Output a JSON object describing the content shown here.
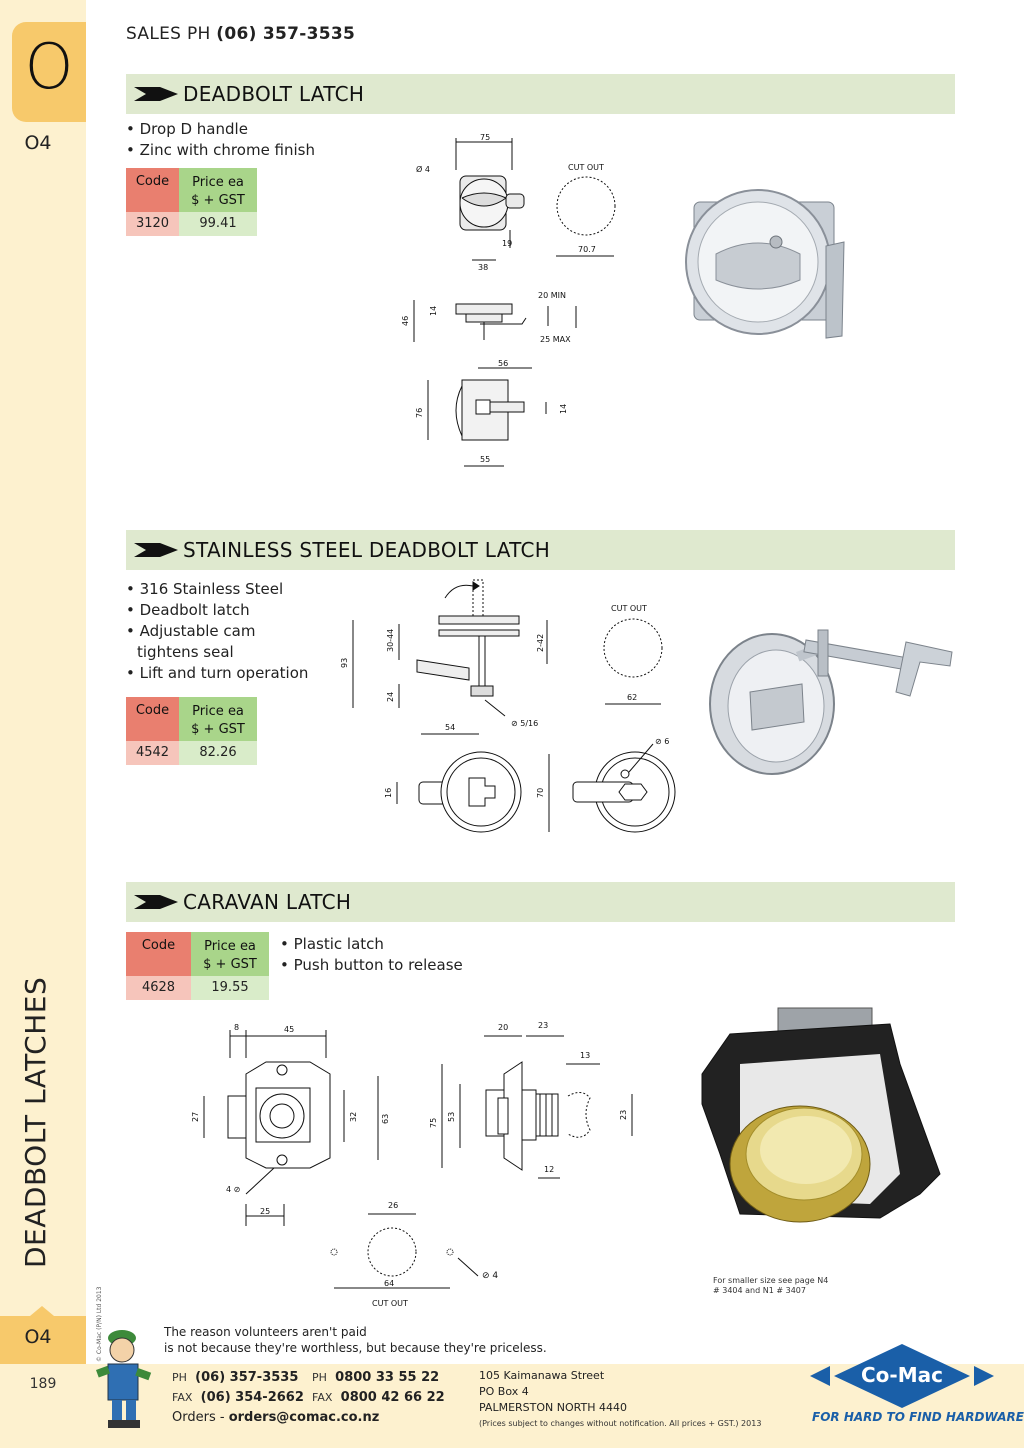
{
  "sidebar": {
    "letter": "O",
    "code_top": "O4",
    "vertical_title": "DEADBOLT LATCHES",
    "copyright": "© Co-Mac (P/N) Ltd 2013",
    "code_bottom": "O4",
    "page_number": "189"
  },
  "header": {
    "sales_label": "SALES  PH",
    "sales_phone": "(06) 357-3535"
  },
  "sections": [
    {
      "title": "DEADBOLT LATCH",
      "bullets": [
        "Drop D handle",
        "Zinc with chrome finish"
      ],
      "table": {
        "code_header": "Code",
        "price_header_1": "Price ea",
        "price_header_2": "$ + GST",
        "code": "3120",
        "price": "99.41"
      },
      "dims": {
        "d1": "75",
        "d2": "Ø 4",
        "d3": "CUT OUT",
        "d4": "19",
        "d5": "38",
        "d6": "70.7",
        "d7": "20 MIN",
        "d8": "46",
        "d9": "14",
        "d10": "25 MAX",
        "d11": "56",
        "d12": "76",
        "d13": "14",
        "d14": "55"
      }
    },
    {
      "title": "STAINLESS STEEL DEADBOLT LATCH",
      "bullets": [
        "316 Stainless Steel",
        "Deadbolt latch",
        "Adjustable cam",
        "  tightens seal",
        "Lift and turn operation"
      ],
      "table": {
        "code_header": "Code",
        "price_header_1": "Price ea",
        "price_header_2": "$ + GST",
        "code": "4542",
        "price": "82.26"
      },
      "dims": {
        "d1": "CUT OUT",
        "d2": "93",
        "d3": "30-44",
        "d4": "2-42",
        "d5": "24",
        "d6": "62",
        "d7": "54",
        "d8": "5/16",
        "d9": "6",
        "d10": "16",
        "d11": "70"
      }
    },
    {
      "title": "CARAVAN LATCH",
      "bullets": [
        "Plastic  latch",
        "Push button to release"
      ],
      "table": {
        "code_header": "Code",
        "price_header_1": "Price ea",
        "price_header_2": "$ + GST",
        "code": "4628",
        "price": "19.55"
      },
      "dims": {
        "d1": "8",
        "d2": "45",
        "d3": "27",
        "d4": "32",
        "d5": "63",
        "d6": "4",
        "d7": "25",
        "d8": "20",
        "d9": "23",
        "d10": "13",
        "d11": "75",
        "d12": "53",
        "d13": "23",
        "d14": "12",
        "d15": "26",
        "d16": "64",
        "d17": "CUT OUT",
        "d18": "4"
      },
      "note_1": "For smaller size see page N4",
      "note_2": "# 3404 and N1 # 3407"
    }
  ],
  "footer": {
    "quote_1": "The reason volunteers aren't paid",
    "quote_2": "is not because they're worthless, but because they're priceless.",
    "ph_label": "PH",
    "ph": "(06) 357-3535",
    "fax_label": "FAX",
    "fax": "(06) 354-2662",
    "ph2_label": "PH",
    "ph2": "0800 33 55 22",
    "fax2_label": "FAX",
    "fax2": "0800 42 66 22",
    "orders_label": "Orders -",
    "orders_email": "orders@comac.co.nz",
    "address_1": "105 Kaimanawa Street",
    "address_2": "PO Box 4",
    "address_3": "PALMERSTON NORTH 4440",
    "fine_print": "(Prices subject to changes without notification.  All prices + GST.)  2013",
    "logo_text": "Co-Mac",
    "tagline": "FOR HARD TO FIND HARDWARE"
  }
}
